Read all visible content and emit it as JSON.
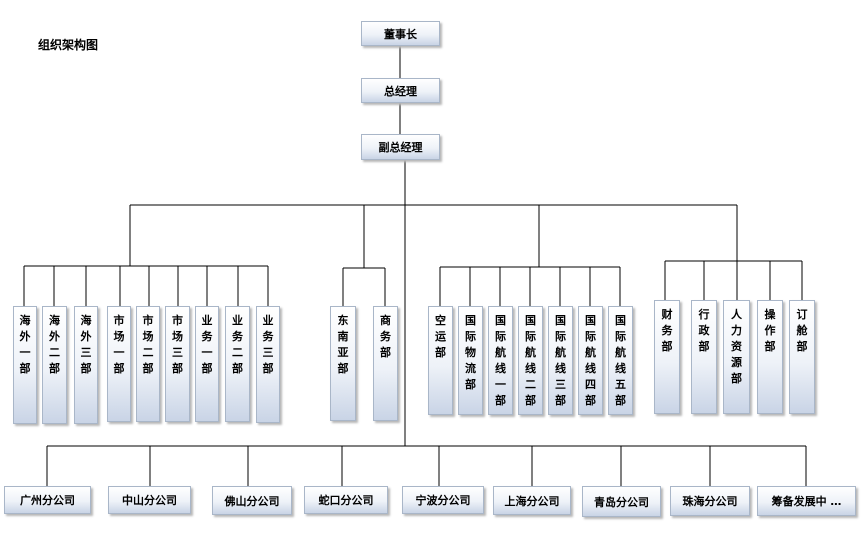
{
  "title": "组织架构图",
  "top": [
    "董事长",
    "总经理",
    "副总经理"
  ],
  "groups": [
    {
      "depts": [
        "海外一部",
        "海外二部",
        "海外三部",
        "市场一部",
        "市场二部",
        "市场三部",
        "业务一部",
        "业务二部",
        "业务三部"
      ]
    },
    {
      "depts": [
        "东南亚部",
        "商务部"
      ]
    },
    {
      "depts": [
        "空运部",
        "国际物流部",
        "国际航线一部",
        "国际航线二部",
        "国际航线三部",
        "国际航线四部",
        "国际航线五部"
      ]
    },
    {
      "depts": [
        "财务部",
        "行政部",
        "人力资源部",
        "操作部",
        "订舱部"
      ]
    }
  ],
  "branches": [
    "广州分公司",
    "中山分公司",
    "佛山分公司",
    "蛇口分公司",
    "宁波分公司",
    "上海分公司",
    "青岛分公司",
    "珠海分公司",
    "筹备发展中 …"
  ]
}
